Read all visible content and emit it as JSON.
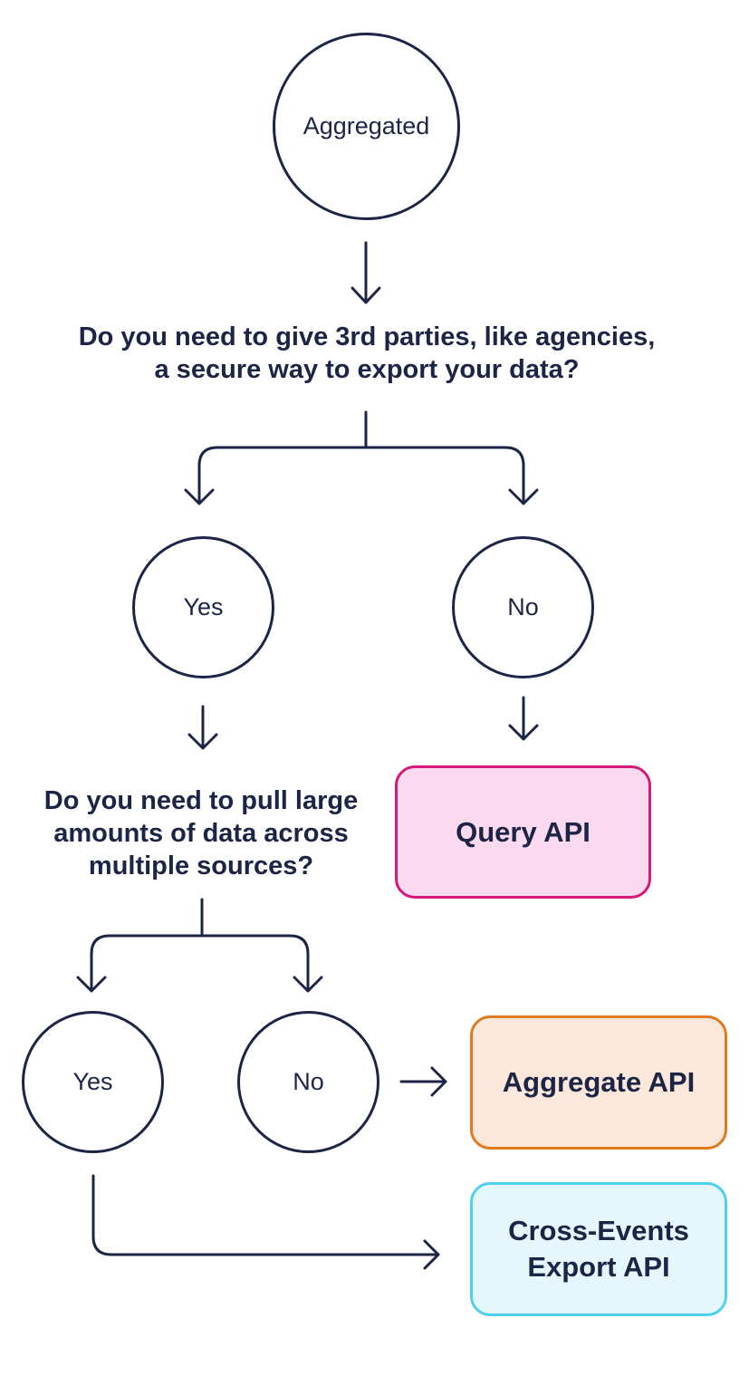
{
  "diagram": {
    "start_node": {
      "label": "Aggregated"
    },
    "question_1": {
      "text": "Do you need to give 3rd parties, like agencies,\na secure way to export your data?"
    },
    "q1_yes": {
      "label": "Yes"
    },
    "q1_no": {
      "label": "No"
    },
    "question_2": {
      "text": "Do you need to pull large\namounts of data across\nmultiple sources?"
    },
    "q2_yes": {
      "label": "Yes"
    },
    "q2_no": {
      "label": "No"
    },
    "results": {
      "query_api": {
        "label": "Query API",
        "fill": "#fbd9ee",
        "border": "#d6187a"
      },
      "aggregate_api": {
        "label": "Aggregate API",
        "fill": "#fbe8db",
        "border": "#df7a1e"
      },
      "cross_events_api": {
        "label": "Cross-Events\nExport API",
        "fill": "#e3f7fc",
        "border": "#4fd0ec"
      }
    },
    "colors": {
      "ink": "#1d2547"
    }
  }
}
